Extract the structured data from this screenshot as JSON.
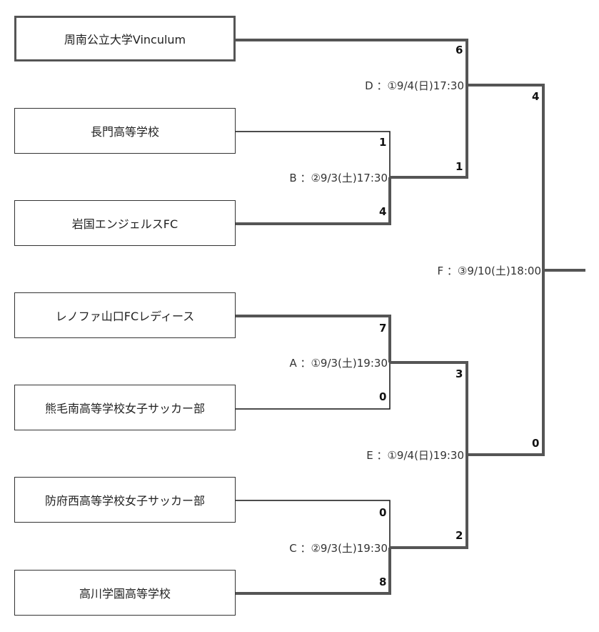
{
  "teams": [
    "周南公立大学Vinculum",
    "長門高等学校",
    "岩国エンジェルスFC",
    "レノファ山口FCレディース",
    "熊毛南高等学校女子サッカー部",
    "防府西高等学校女子サッカー部",
    "高川学園高等学校"
  ],
  "matches": {
    "A": {
      "label": "A ：①9/3(土)19:30",
      "top_score": "7",
      "bottom_score": "0"
    },
    "B": {
      "label": "B ：②9/3(土)17:30",
      "top_score": "1",
      "bottom_score": "4"
    },
    "C": {
      "label": "C ：②9/3(土)19:30",
      "top_score": "0",
      "bottom_score": "8"
    },
    "D": {
      "label": "D ：①9/4(日)17:30",
      "top_score": "6",
      "bottom_score": "1"
    },
    "E": {
      "label": "E ：①9/4(日)19:30",
      "top_score": "3",
      "bottom_score": "2"
    },
    "F": {
      "label": "F ：③9/10(土)18:00",
      "top_score": "4",
      "bottom_score": "0"
    }
  },
  "colors": {
    "winner_line": "#555555",
    "loser_line": "#111111"
  }
}
